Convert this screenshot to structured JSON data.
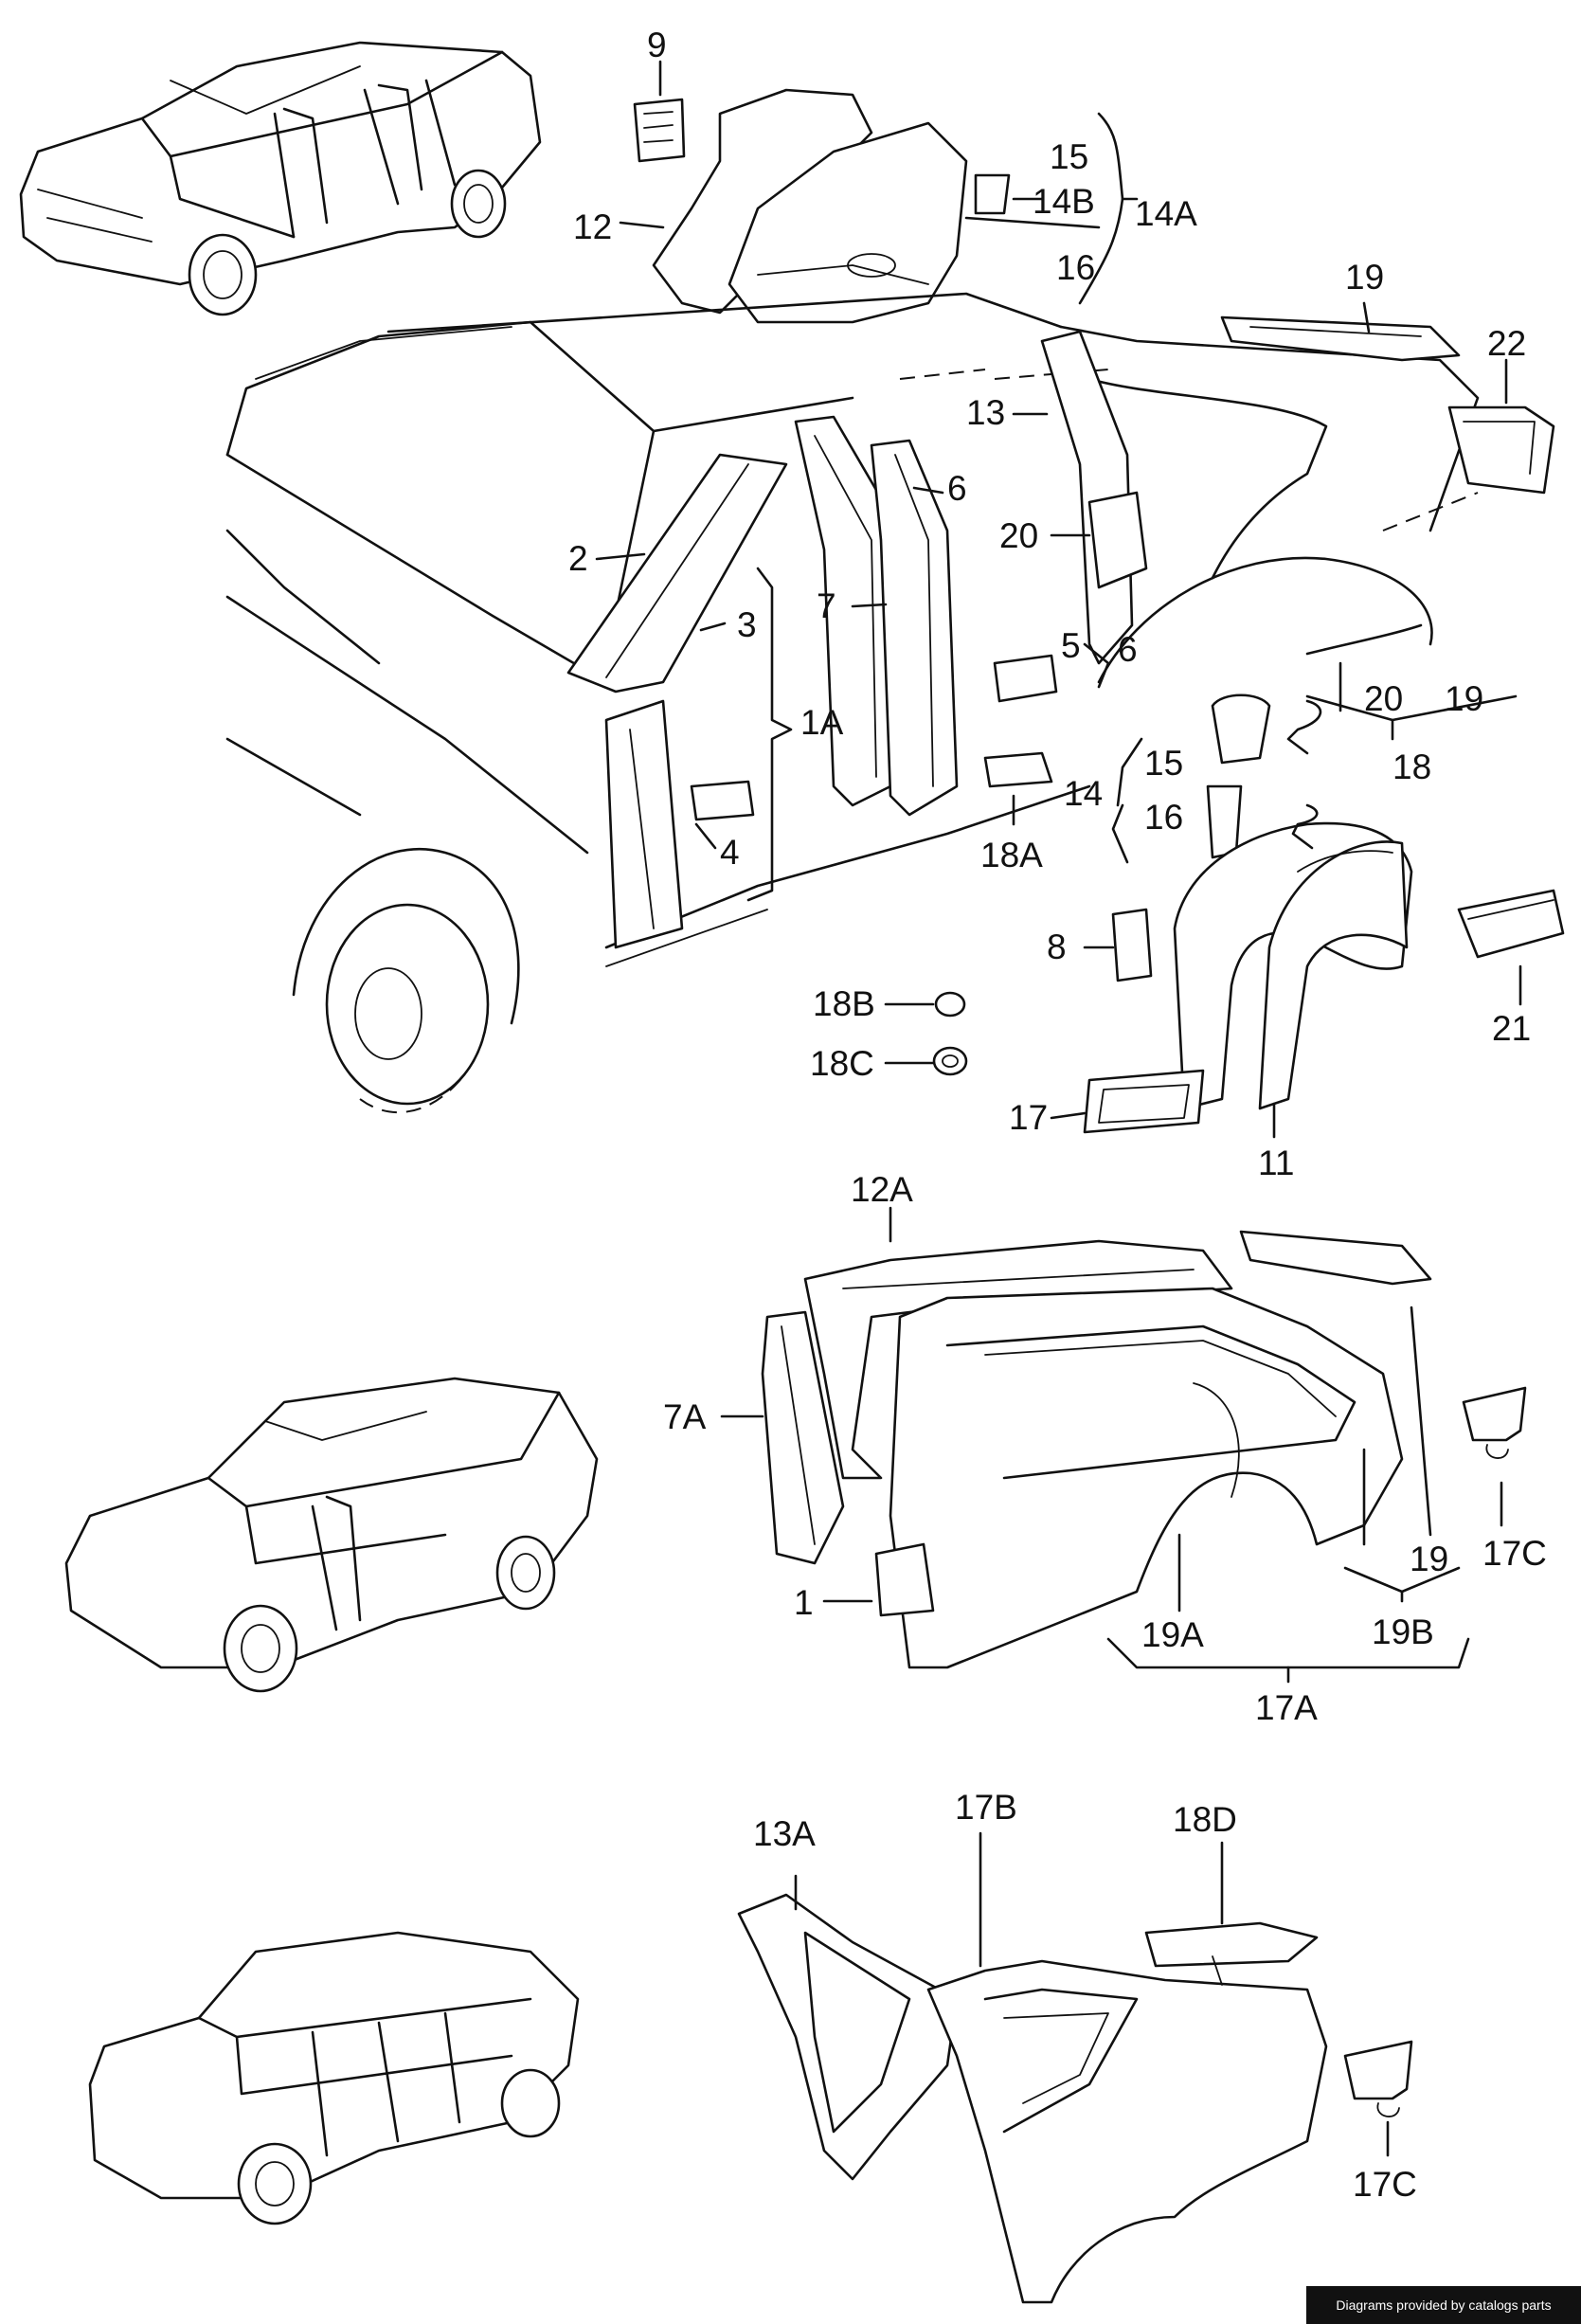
{
  "labels": {
    "l9": "9",
    "l12": "12",
    "l15a": "15",
    "l14b": "14B",
    "l14a": "14A",
    "l16a": "16",
    "l19a": "19",
    "l22": "22",
    "l13": "13",
    "l6a": "6",
    "l2": "2",
    "l3": "3",
    "l7": "7",
    "l20a": "20",
    "l5": "5",
    "l6b": "6",
    "l1a": "1A",
    "l4": "4",
    "l20b": "20",
    "l19b": "19",
    "l18": "18",
    "l15b": "15",
    "l14": "14",
    "l16b": "16",
    "l18a": "18A",
    "l8": "8",
    "l21": "21",
    "l18b": "18B",
    "l18c": "18C",
    "l17": "17",
    "l11": "11",
    "l12a": "12A",
    "l7a": "7A",
    "l17c1": "17C",
    "l19c": "19",
    "l19b2": "19B",
    "l1": "1",
    "l19a2": "19A",
    "l17a": "17A",
    "l13a": "13A",
    "l17b": "17B",
    "l18d": "18D",
    "l17c2": "17C"
  },
  "footer": {
    "credit": "Diagrams provided by catalogs parts"
  }
}
